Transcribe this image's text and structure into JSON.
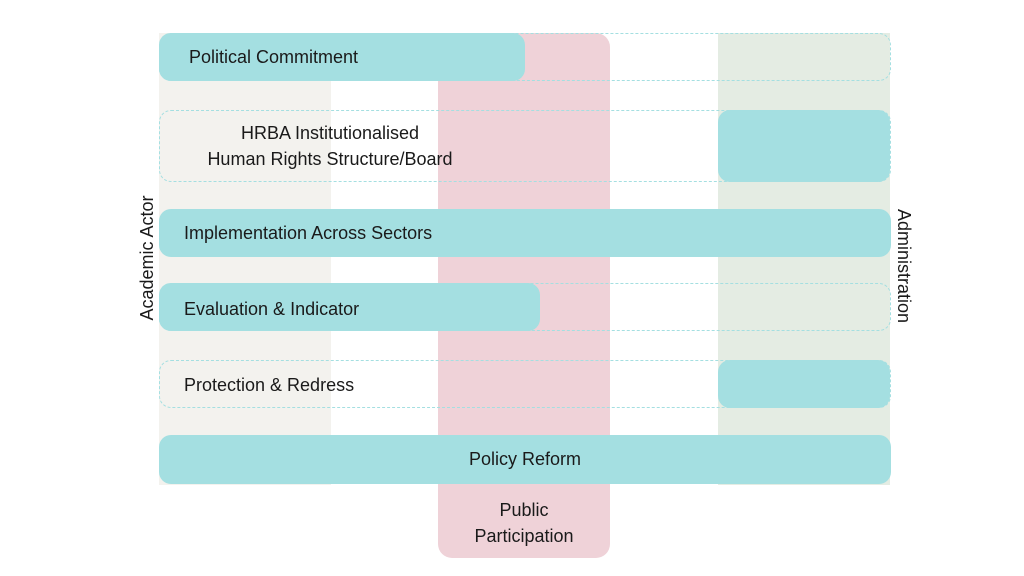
{
  "columns": {
    "academic": "Academic Actor",
    "public_line1": "Public",
    "public_line2": "Participation",
    "administration": "Administration"
  },
  "rows": {
    "political_commitment": "Political Commitment",
    "hrba_line1": "HRBA Institutionalised",
    "hrba_line2": "Human Rights Structure/Board",
    "implementation": "Implementation Across Sectors",
    "evaluation": "Evaluation & Indicator",
    "protection": "Protection & Redress",
    "policy_reform": "Policy Reform"
  },
  "colors": {
    "bar_fill": "#a4dfe1",
    "academic_column": "#f3f2ee",
    "public_column": "#efd2d8",
    "administration_column": "#e4ece3"
  }
}
